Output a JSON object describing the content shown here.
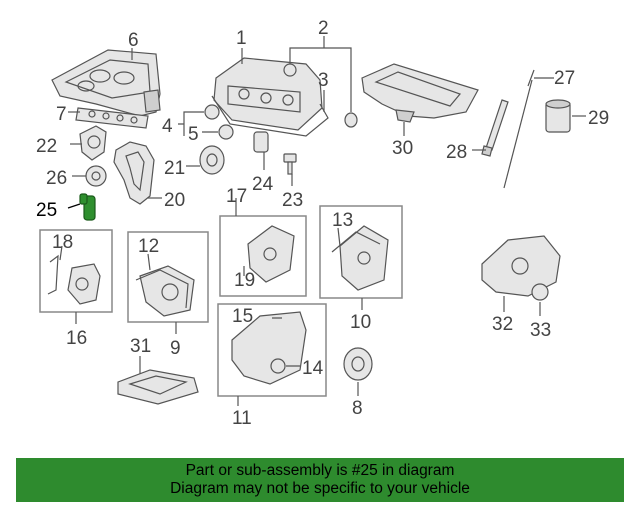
{
  "callouts": {
    "c1": "1",
    "c2": "2",
    "c3": "3",
    "c4": "4",
    "c5": "5",
    "c6": "6",
    "c7": "7",
    "c8": "8",
    "c9": "9",
    "c10": "10",
    "c11": "11",
    "c12": "12",
    "c13": "13",
    "c14": "14",
    "c15": "15",
    "c16": "16",
    "c17": "17",
    "c18": "18",
    "c19": "19",
    "c20": "20",
    "c21": "21",
    "c22": "22",
    "c23": "23",
    "c24": "24",
    "c25": "25",
    "c26": "26",
    "c27": "27",
    "c28": "28",
    "c29": "29",
    "c30": "30",
    "c31": "31",
    "c32": "32",
    "c33": "33"
  },
  "highlight": {
    "part": "25",
    "color": "#2e8b2e"
  },
  "banner": {
    "line1": "Part or sub-assembly is #25 in diagram",
    "line2": "Diagram may not be specific to your vehicle",
    "background": "#2e8b2e"
  }
}
